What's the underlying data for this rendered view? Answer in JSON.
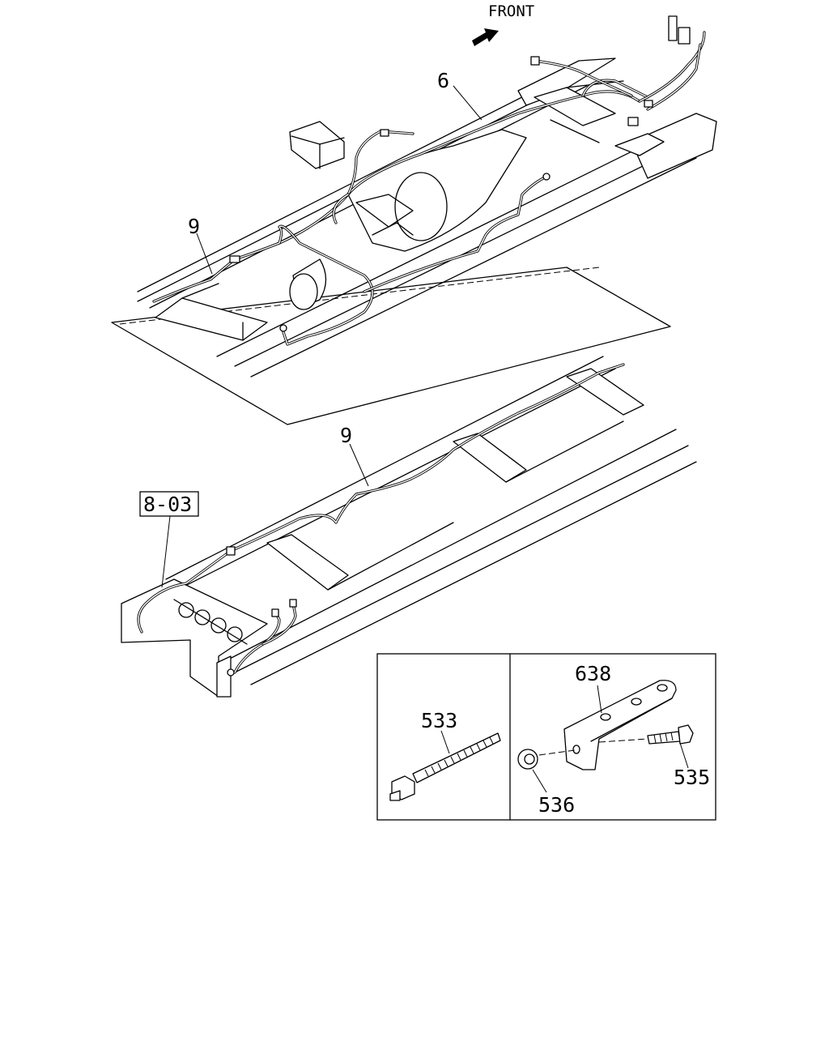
{
  "labels": {
    "front": "FRONT",
    "harness_upper": "6",
    "harness_9_upper": "9",
    "harness_9_lower": "9",
    "ref_8_03": "8-03",
    "clip_band": "533",
    "bracket": "638",
    "bolt": "535",
    "nut": "536"
  },
  "colors": {
    "line": "#000000",
    "background": "#ffffff"
  }
}
